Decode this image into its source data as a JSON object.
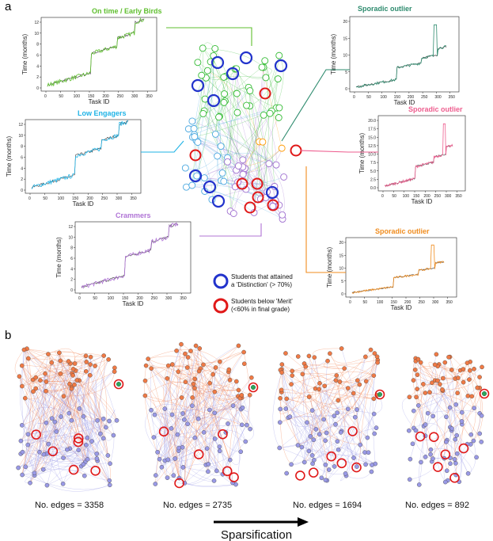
{
  "figure": {
    "panel_a_label": "a",
    "panel_b_label": "b"
  },
  "panel_a": {
    "plots": [
      {
        "id": "ontime",
        "title": "On time / Early Birds",
        "color": "#5fbf2f",
        "xlabel": "Task ID",
        "ylabel": "Time (months)",
        "xticks": [
          "0",
          "50",
          "100",
          "150",
          "200",
          "250",
          "300",
          "350"
        ],
        "yticks": [
          "0",
          "2",
          "4",
          "6",
          "8",
          "10",
          "12"
        ]
      },
      {
        "id": "low",
        "title": "Low Engagers",
        "color": "#1fb3e6",
        "xlabel": "Task ID",
        "ylabel": "Time (months)",
        "xticks": [
          "0",
          "50",
          "100",
          "150",
          "200",
          "250",
          "300",
          "350"
        ],
        "yticks": [
          "0",
          "2",
          "4",
          "6",
          "8",
          "10",
          "12"
        ]
      },
      {
        "id": "cram",
        "title": "Crammers",
        "color": "#b074d6",
        "xlabel": "Task ID",
        "ylabel": "Time (months)",
        "xticks": [
          "0",
          "50",
          "100",
          "150",
          "200",
          "250",
          "300",
          "350"
        ],
        "yticks": [
          "0",
          "2",
          "4",
          "6",
          "8",
          "10",
          "12"
        ]
      },
      {
        "id": "sp1",
        "title": "Sporadic outlier",
        "color": "#2e8b6e",
        "xlabel": "Task ID",
        "ylabel": "Time (months)",
        "xticks": [
          "0",
          "50",
          "100",
          "150",
          "200",
          "250",
          "300",
          "350"
        ],
        "yticks": [
          "0",
          "5",
          "10",
          "15",
          "20"
        ]
      },
      {
        "id": "sp2",
        "title": "Sporadic outlier",
        "color": "#ee5e8f",
        "xlabel": "Task ID",
        "ylabel": "Time (months)",
        "xticks": [
          "0",
          "50",
          "100",
          "150",
          "200",
          "250",
          "300",
          "350"
        ],
        "yticks": [
          "0.0",
          "2.5",
          "5.0",
          "7.5",
          "10.0",
          "12.5",
          "15.0",
          "17.5",
          "20.0"
        ]
      },
      {
        "id": "sp3",
        "title": "Sporadic outlier",
        "color": "#f08c1e",
        "xlabel": "Task ID",
        "ylabel": "Time (months)",
        "xticks": [
          "0",
          "50",
          "100",
          "150",
          "200",
          "250",
          "300",
          "350"
        ],
        "yticks": [
          "0",
          "5",
          "10",
          "15",
          "20"
        ]
      }
    ],
    "legend": {
      "distinction": "Students that attained\na 'Distinction' (> 70%)",
      "distinction_line1": "Students that attained",
      "distinction_line2": "a 'Distinction' (> 70%)",
      "below_line1": "Students below 'Merit'",
      "below_line2": "(<60% in final grade)",
      "distinction_color": "#2233cc",
      "below_color": "#e01818"
    }
  },
  "panel_b": {
    "networks": [
      {
        "caption": "No. edges = 3358"
      },
      {
        "caption": "No. edges = 2735"
      },
      {
        "caption": "No. edges = 1694"
      },
      {
        "caption": "No. edges = 892"
      }
    ],
    "arrow_label": "Sparsification",
    "colors": {
      "upper": "#f07a45",
      "lower": "#9999e6",
      "outlier": "#2aa85a",
      "highlight": "#e01818"
    }
  }
}
